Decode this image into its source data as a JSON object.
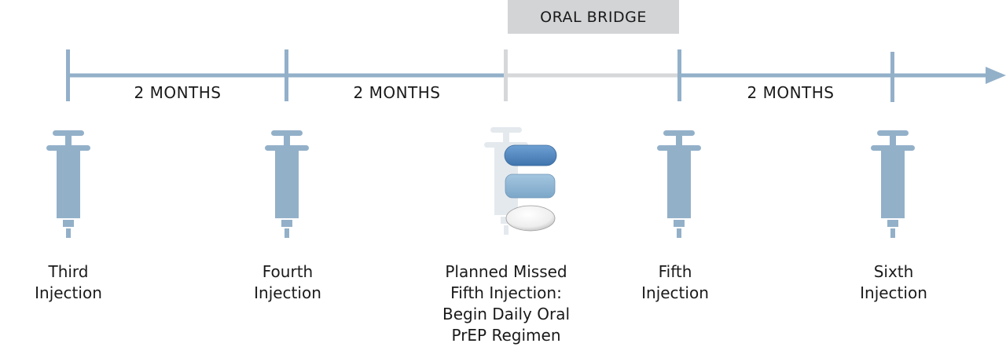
{
  "bridge_label": "ORAL BRIDGE",
  "intervals": [
    {
      "label": "2 MONTHS"
    },
    {
      "label": "2 MONTHS"
    },
    {
      "label": "2 MONTHS"
    }
  ],
  "events": [
    {
      "lines": [
        "Third",
        "Injection"
      ],
      "status": "injection"
    },
    {
      "lines": [
        "Fourth",
        "Injection"
      ],
      "status": "injection"
    },
    {
      "lines": [
        "Planned Missed",
        "Fifth Injection:",
        "Begin Daily Oral",
        "PrEP Regimen"
      ],
      "status": "missed-oral-bridge"
    },
    {
      "lines": [
        "Fifth",
        "Injection"
      ],
      "status": "injection"
    },
    {
      "lines": [
        "Sixth",
        "Injection"
      ],
      "status": "injection"
    }
  ],
  "colors": {
    "timeline": "#93b0c9",
    "bridge_line": "#d6d7d9",
    "bridge_box": "#d3d4d6",
    "faded_syringe": "#e4e9ee",
    "pill_dark_blue": "#4f87c2",
    "pill_light_blue": "#8fb6d6",
    "pill_white": "#eeeeee"
  }
}
